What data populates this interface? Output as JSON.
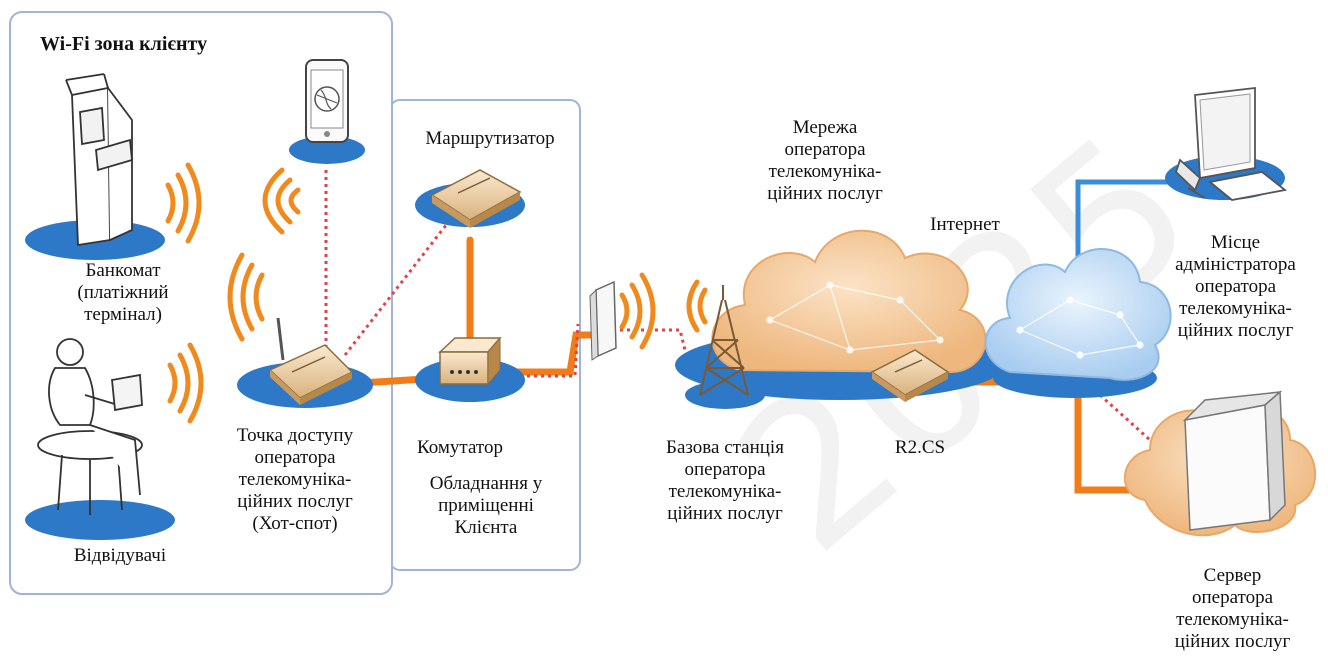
{
  "labels": {
    "zone_title": "Wi-Fi зона клієнту",
    "atm": [
      "Банкомат",
      "(платіжний",
      "термінал)"
    ],
    "visitors": "Відвідувачі",
    "access_point": [
      "Точка доступу",
      "оператора",
      "телекомуніка-",
      "ційних послуг",
      "(Хот-спот)"
    ],
    "router": "Маршрутизатор",
    "switch": "Комутатор",
    "client_equipment": [
      "Обладнання у",
      "приміщенні",
      "Клієнта"
    ],
    "base_station": [
      "Базова станція",
      "оператора",
      "телекомуніка-",
      "ційних послуг"
    ],
    "operator_network": [
      "Мережа",
      "оператора",
      "телекомуніка-",
      "ційних послуг"
    ],
    "internet": "Інтернет",
    "r2cs": "R2.CS",
    "admin_place": [
      "Місце",
      "адміністратора",
      "оператора",
      "телекомуніка-",
      "ційних послуг"
    ],
    "server": [
      "Сервер",
      "оператора",
      "телекомуніка-",
      "ційних послуг"
    ],
    "watermark": "2025"
  },
  "icons": [
    "atm-icon",
    "visitor-laptop-icon",
    "smartphone-icon",
    "access-point-icon",
    "router-icon",
    "switch-icon",
    "antenna-icon",
    "tower-icon",
    "operator-cloud-icon",
    "r2cs-router-icon",
    "internet-cloud-icon",
    "admin-computer-icon",
    "server-icon"
  ],
  "colors": {
    "zone_border": "#9fb3dc",
    "platform_blue": "#2e78c8",
    "wave_orange": "#f08a1c",
    "link_orange": "#f07d1a",
    "dotted_red": "#e0424a",
    "cloud_orange": "#f6cfa3",
    "cloud_blue": "#c6def5",
    "link_blue": "#3b8ed6"
  }
}
